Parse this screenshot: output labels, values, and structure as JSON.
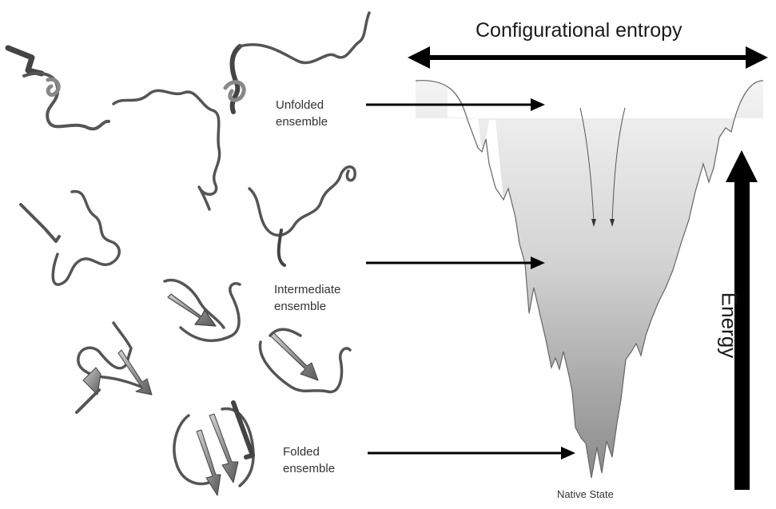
{
  "labels": {
    "configurational_entropy": "Configurational entropy",
    "energy": "Energy",
    "native_state": "Native State",
    "unfolded": [
      "Unfolded",
      "ensemble"
    ],
    "intermediate": [
      "Intermediate",
      "ensemble"
    ],
    "folded": [
      "Folded",
      "ensemble"
    ]
  },
  "colors": {
    "funnel_top": "#f4f4f4",
    "funnel_bottom": "#8a8a8a",
    "arrow": "#000000",
    "protein_ribbon": "#555555",
    "protein_highlight": "#b0b0b0"
  }
}
